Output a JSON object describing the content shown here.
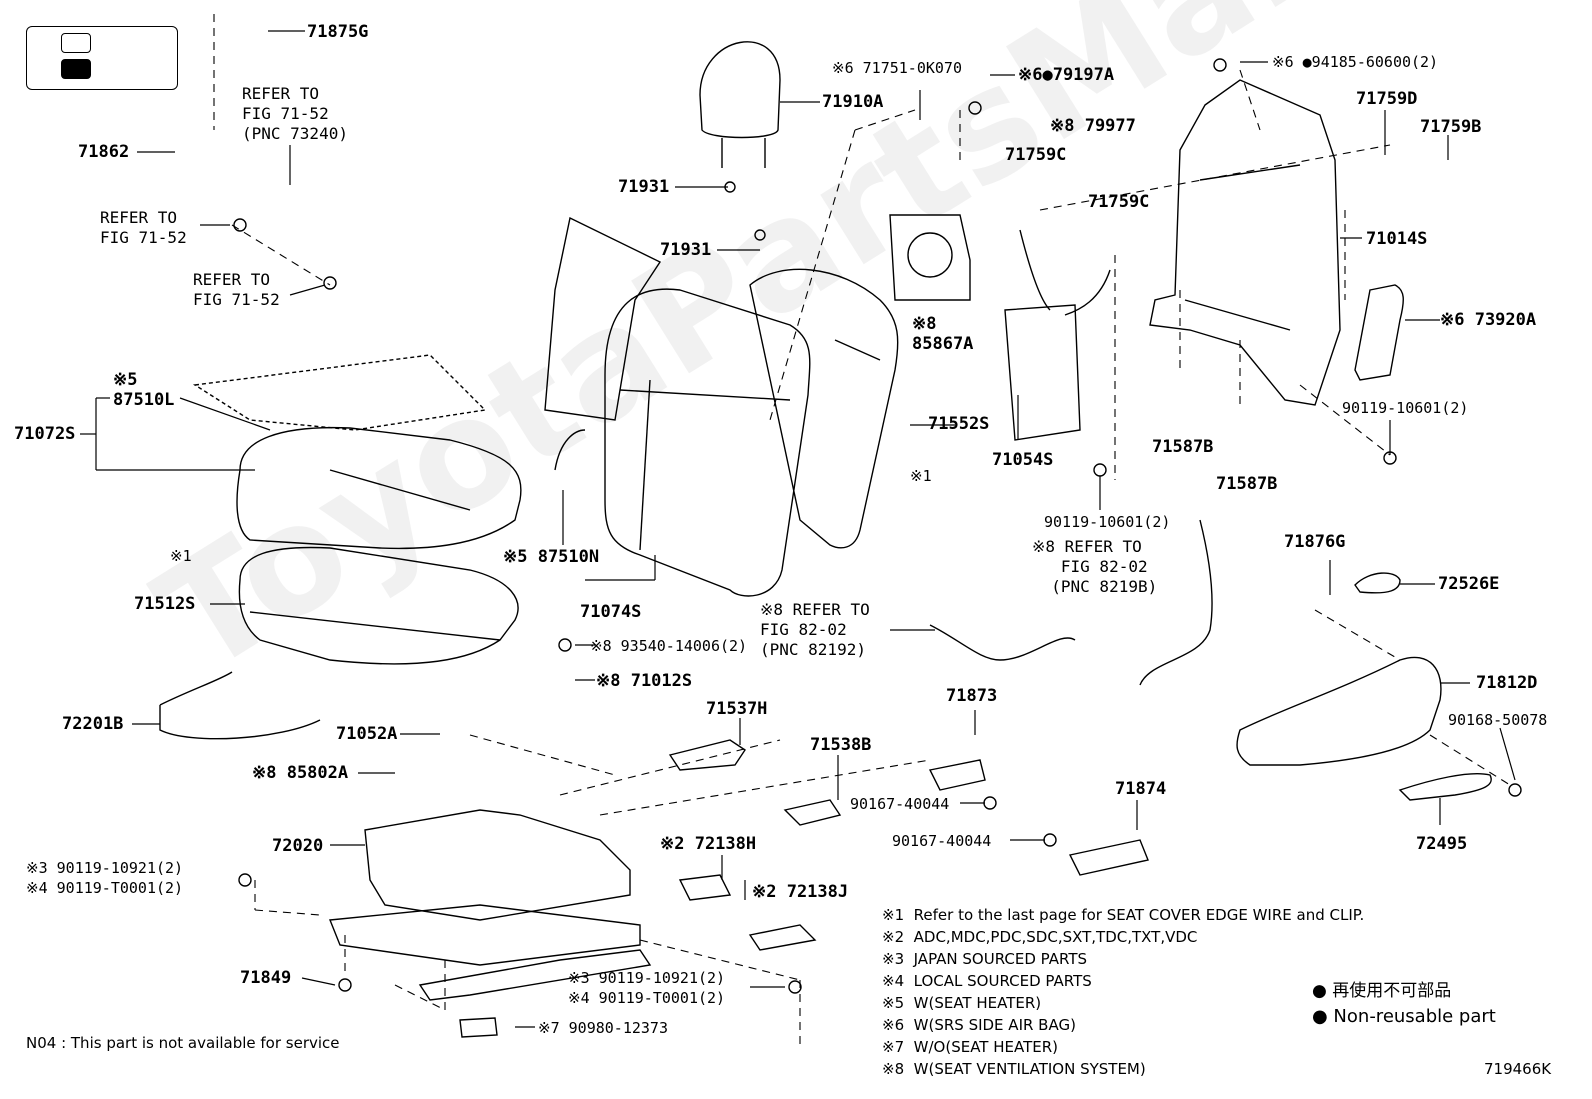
{
  "labels": {
    "p71875G": "71875G",
    "refer_fig_71_52_pnc": "REFER TO\nFIG 71-52\n(PNC 73240)",
    "p71862": "71862",
    "refer_fig_71_52_a": "REFER TO\nFIG 71-52",
    "refer_fig_71_52_b": "REFER TO\nFIG 71-52",
    "p87510L": "※5\n87510L",
    "p71072S": "71072S",
    "p71910A": "71910A",
    "p71751": "※6 71751-0K070",
    "p79197A": "※6●79197A",
    "p79977": "※8 79977",
    "p94185": "※6 ●94185-60600(2)",
    "p71759D": "71759D",
    "p71759B": "71759B",
    "p71759C_a": "71759C",
    "p71759C_b": "71759C",
    "p71014S": "71014S",
    "p71931_a": "71931",
    "p71931_b": "71931",
    "p85867A": "※8\n85867A",
    "p73920A": "※6 73920A",
    "p71552S": "71552S",
    "p90119_10601_a": "90119-10601(2)",
    "p71587B_a": "71587B",
    "p71587B_b": "71587B",
    "p71054S": "71054S",
    "x1_a": "※1",
    "x1_b": "※1",
    "p87510N": "※5 87510N",
    "p71074S": "71074S",
    "p71512S": "71512S",
    "p90119_10601_b": "90119-10601(2)",
    "refer_fig_82_02_a": "※8 REFER TO\n   FIG 82-02\n  (PNC 8219B)",
    "p71876G": "71876G",
    "p72526E": "72526E",
    "refer_fig_82_02_b": "※8 REFER TO\nFIG 82-02\n(PNC 82192)",
    "p93540": "※8 93540-14006(2)",
    "p71012S": "※8 71012S",
    "p72201B": "72201B",
    "p71052A": "71052A",
    "p71537H": "71537H",
    "p71873": "71873",
    "p71812D": "71812D",
    "p90168": "90168-50078",
    "p71538B": "71538B",
    "p85802A": "※8 85802A",
    "p90167_a": "90167-40044",
    "p90167_b": "90167-40044",
    "p71874": "71874",
    "p72495": "72495",
    "p72020": "72020",
    "p72138H": "※2 72138H",
    "p90119_10921_a": "※3 90119-10921(2)\n※4 90119-T0001(2)",
    "p72138J": "※2 72138J",
    "p71849": "71849",
    "p90119_10921_b": "※3 90119-10921(2)\n※4 90119-T0001(2)",
    "p90980": "※7 90980-12373",
    "n04": "N04 : This part is not available for service",
    "figure_id": "719466K"
  },
  "notes": [
    "※1  Refer to the last page for SEAT COVER EDGE WIRE and CLIP.",
    "※2  ADC,MDC,PDC,SDC,SXT,TDC,TXT,VDC",
    "※3  JAPAN SOURCED PARTS",
    "※4  LOCAL SOURCED PARTS",
    "※5  W(SEAT HEATER)",
    "※6  W(SRS SIDE AIR BAG)",
    "※7  W/O(SEAT HEATER)",
    "※8  W(SEAT VENTILATION SYSTEM)"
  ],
  "legend_right": {
    "reuse_jp": "● 再使用不可部品",
    "reuse_en": "● Non-reusable part"
  },
  "watermark": "ToyotaPartsMall"
}
